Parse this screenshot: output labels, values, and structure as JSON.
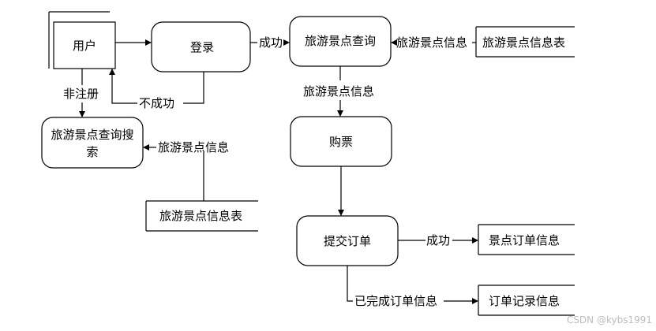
{
  "nodes": {
    "user": "用户",
    "login": "登录",
    "scenic_query": "旅游景点查询",
    "scenic_query_search": [
      "旅游景点查询搜",
      "索"
    ],
    "ticket": "购票",
    "submit_order": "提交订单"
  },
  "stores": {
    "scenic_info_table_top": "旅游景点信息表",
    "scenic_info_table_left": "旅游景点信息表",
    "scenic_order_info": "景点订单信息",
    "order_record_info": "订单记录信息"
  },
  "edges": {
    "success_login": "成功",
    "not_success": "不成功",
    "not_registered": "非注册",
    "scenic_info_right": "旅游景点信息",
    "scenic_info_down": "旅游景点信息",
    "scenic_info_left": "旅游景点信息",
    "success_order": "成功",
    "completed_order_info": "已完成订单信息"
  },
  "watermark": "CSDN @kybs1991"
}
